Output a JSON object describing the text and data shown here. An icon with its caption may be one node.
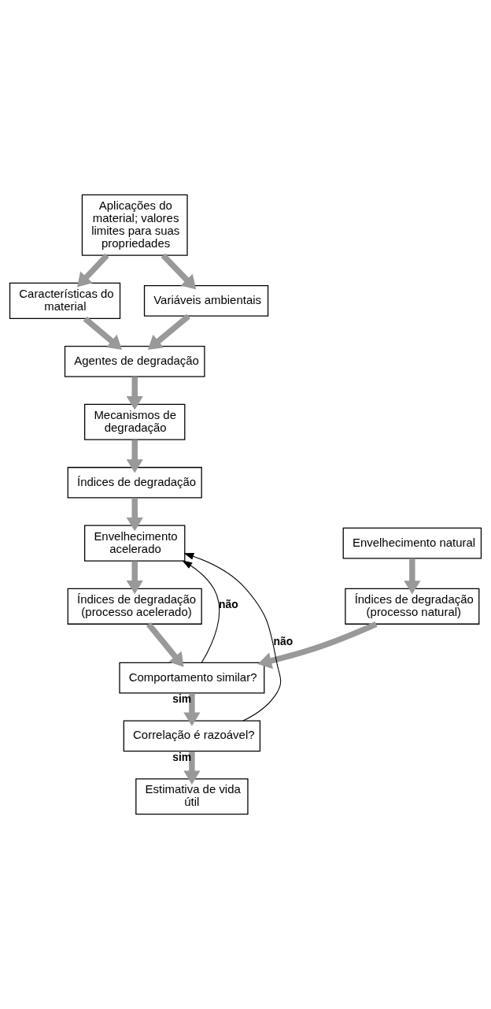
{
  "diagram": {
    "nodes": [
      {
        "text": [
          "Aplicações do material; valores limites para suas propriedades"
        ]
      },
      {
        "text": [
          "Características do material"
        ]
      },
      {
        "text": [
          "Variáveis ambientais"
        ]
      },
      {
        "text": [
          "Agentes de degradação"
        ]
      },
      {
        "text": [
          "Mecanismos de degradação"
        ]
      },
      {
        "text": [
          "Índices de degradação"
        ]
      },
      {
        "text": [
          "Envelhecimento acelerado"
        ]
      },
      {
        "text": [
          "Envelhecimento natural"
        ]
      },
      {
        "text": [
          "Índices de degradação (processo acelerado)"
        ]
      },
      {
        "text": [
          "Índices de degradação (processo natural)"
        ]
      },
      {
        "text": [
          "Comportamento similar?"
        ]
      },
      {
        "text": [
          "Correlação é razoável?"
        ]
      },
      {
        "text": [
          "Estimativa de vida útil"
        ]
      }
    ],
    "edges": [
      {
        "from": 0,
        "to": 1,
        "arrow": "to"
      },
      {
        "from": 0,
        "to": 2,
        "arrow": "to"
      },
      {
        "from": 1,
        "to": 3,
        "arrow": "to"
      },
      {
        "from": 2,
        "to": 3,
        "arrow": "to"
      },
      {
        "from": 3,
        "to": 4,
        "arrow": "to"
      },
      {
        "from": 4,
        "to": 5,
        "arrow": "to"
      },
      {
        "from": 5,
        "to": 6,
        "arrow": "to"
      },
      {
        "from": 6,
        "to": 8,
        "arrow": "to"
      },
      {
        "from": 7,
        "to": 9,
        "arrow": "to"
      },
      {
        "from": 8,
        "to": 10,
        "arrow": "to"
      },
      {
        "from": 9,
        "to": 10,
        "arrow": "to"
      },
      {
        "from": 10,
        "to": 11,
        "arrow": "to",
        "label": "sim"
      },
      {
        "from": 11,
        "to": 12,
        "arrow": "to",
        "label": "sim"
      },
      {
        "from": 10,
        "to": 6,
        "arrow": "to",
        "label": "não",
        "color": "#000000"
      },
      {
        "from": 11,
        "to": 6,
        "arrow": "to",
        "label": "não",
        "color": "#000000"
      }
    ]
  }
}
